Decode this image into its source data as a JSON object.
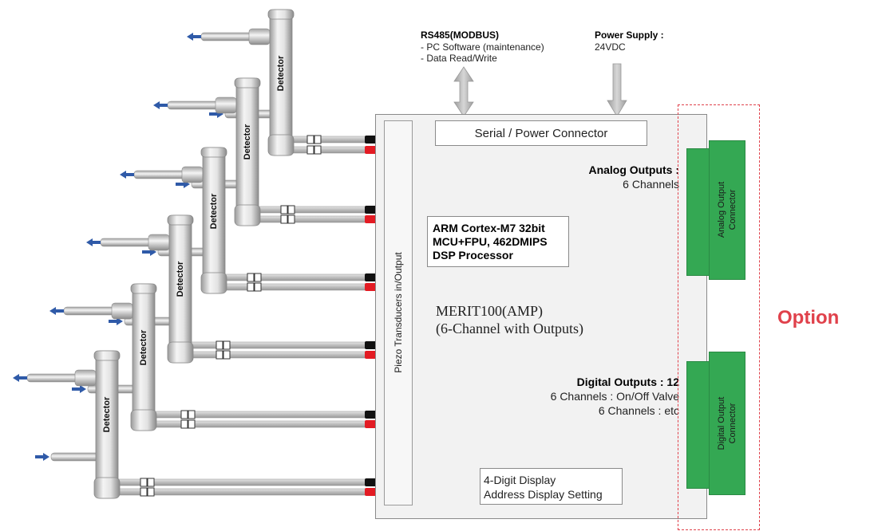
{
  "top": {
    "rs485_title": "RS485(MODBUS)",
    "rs485_lines": [
      "- PC Software (maintenance)",
      "- Data Read/Write"
    ],
    "power_title": "Power Supply :",
    "power_value": "24VDC"
  },
  "main": {
    "serial_connector": "Serial / Power Connector",
    "piezo_label": "Piezo Transducers in/Output",
    "processor_lines": [
      "ARM Cortex-M7 32bit",
      "MCU+FPU, 462DMIPS",
      "DSP Processor"
    ],
    "model_lines": [
      "MERIT100(AMP)",
      "(6-Channel with Outputs)"
    ],
    "analog_title": "Analog Outputs :",
    "analog_value": "6 Channels",
    "digital_title": "Digital Outputs : 12",
    "digital_lines": [
      "6 Channels : On/Off Valve",
      "6 Channels : etc"
    ],
    "display_lines": [
      "4-Digit Display",
      "Address Display Setting"
    ]
  },
  "connectors": {
    "analog": [
      "Analog Output",
      "Connector"
    ],
    "digital": [
      "Digital Output",
      "Connector"
    ]
  },
  "option_label": "Option",
  "detector_label": "Detector",
  "detector_count": 6,
  "colors": {
    "connector_green": "#34a853",
    "option_red": "#e0414b",
    "flow_arrow_blue": "#2f5aa8",
    "plug_black": "#111111",
    "plug_red": "#e31b23"
  }
}
